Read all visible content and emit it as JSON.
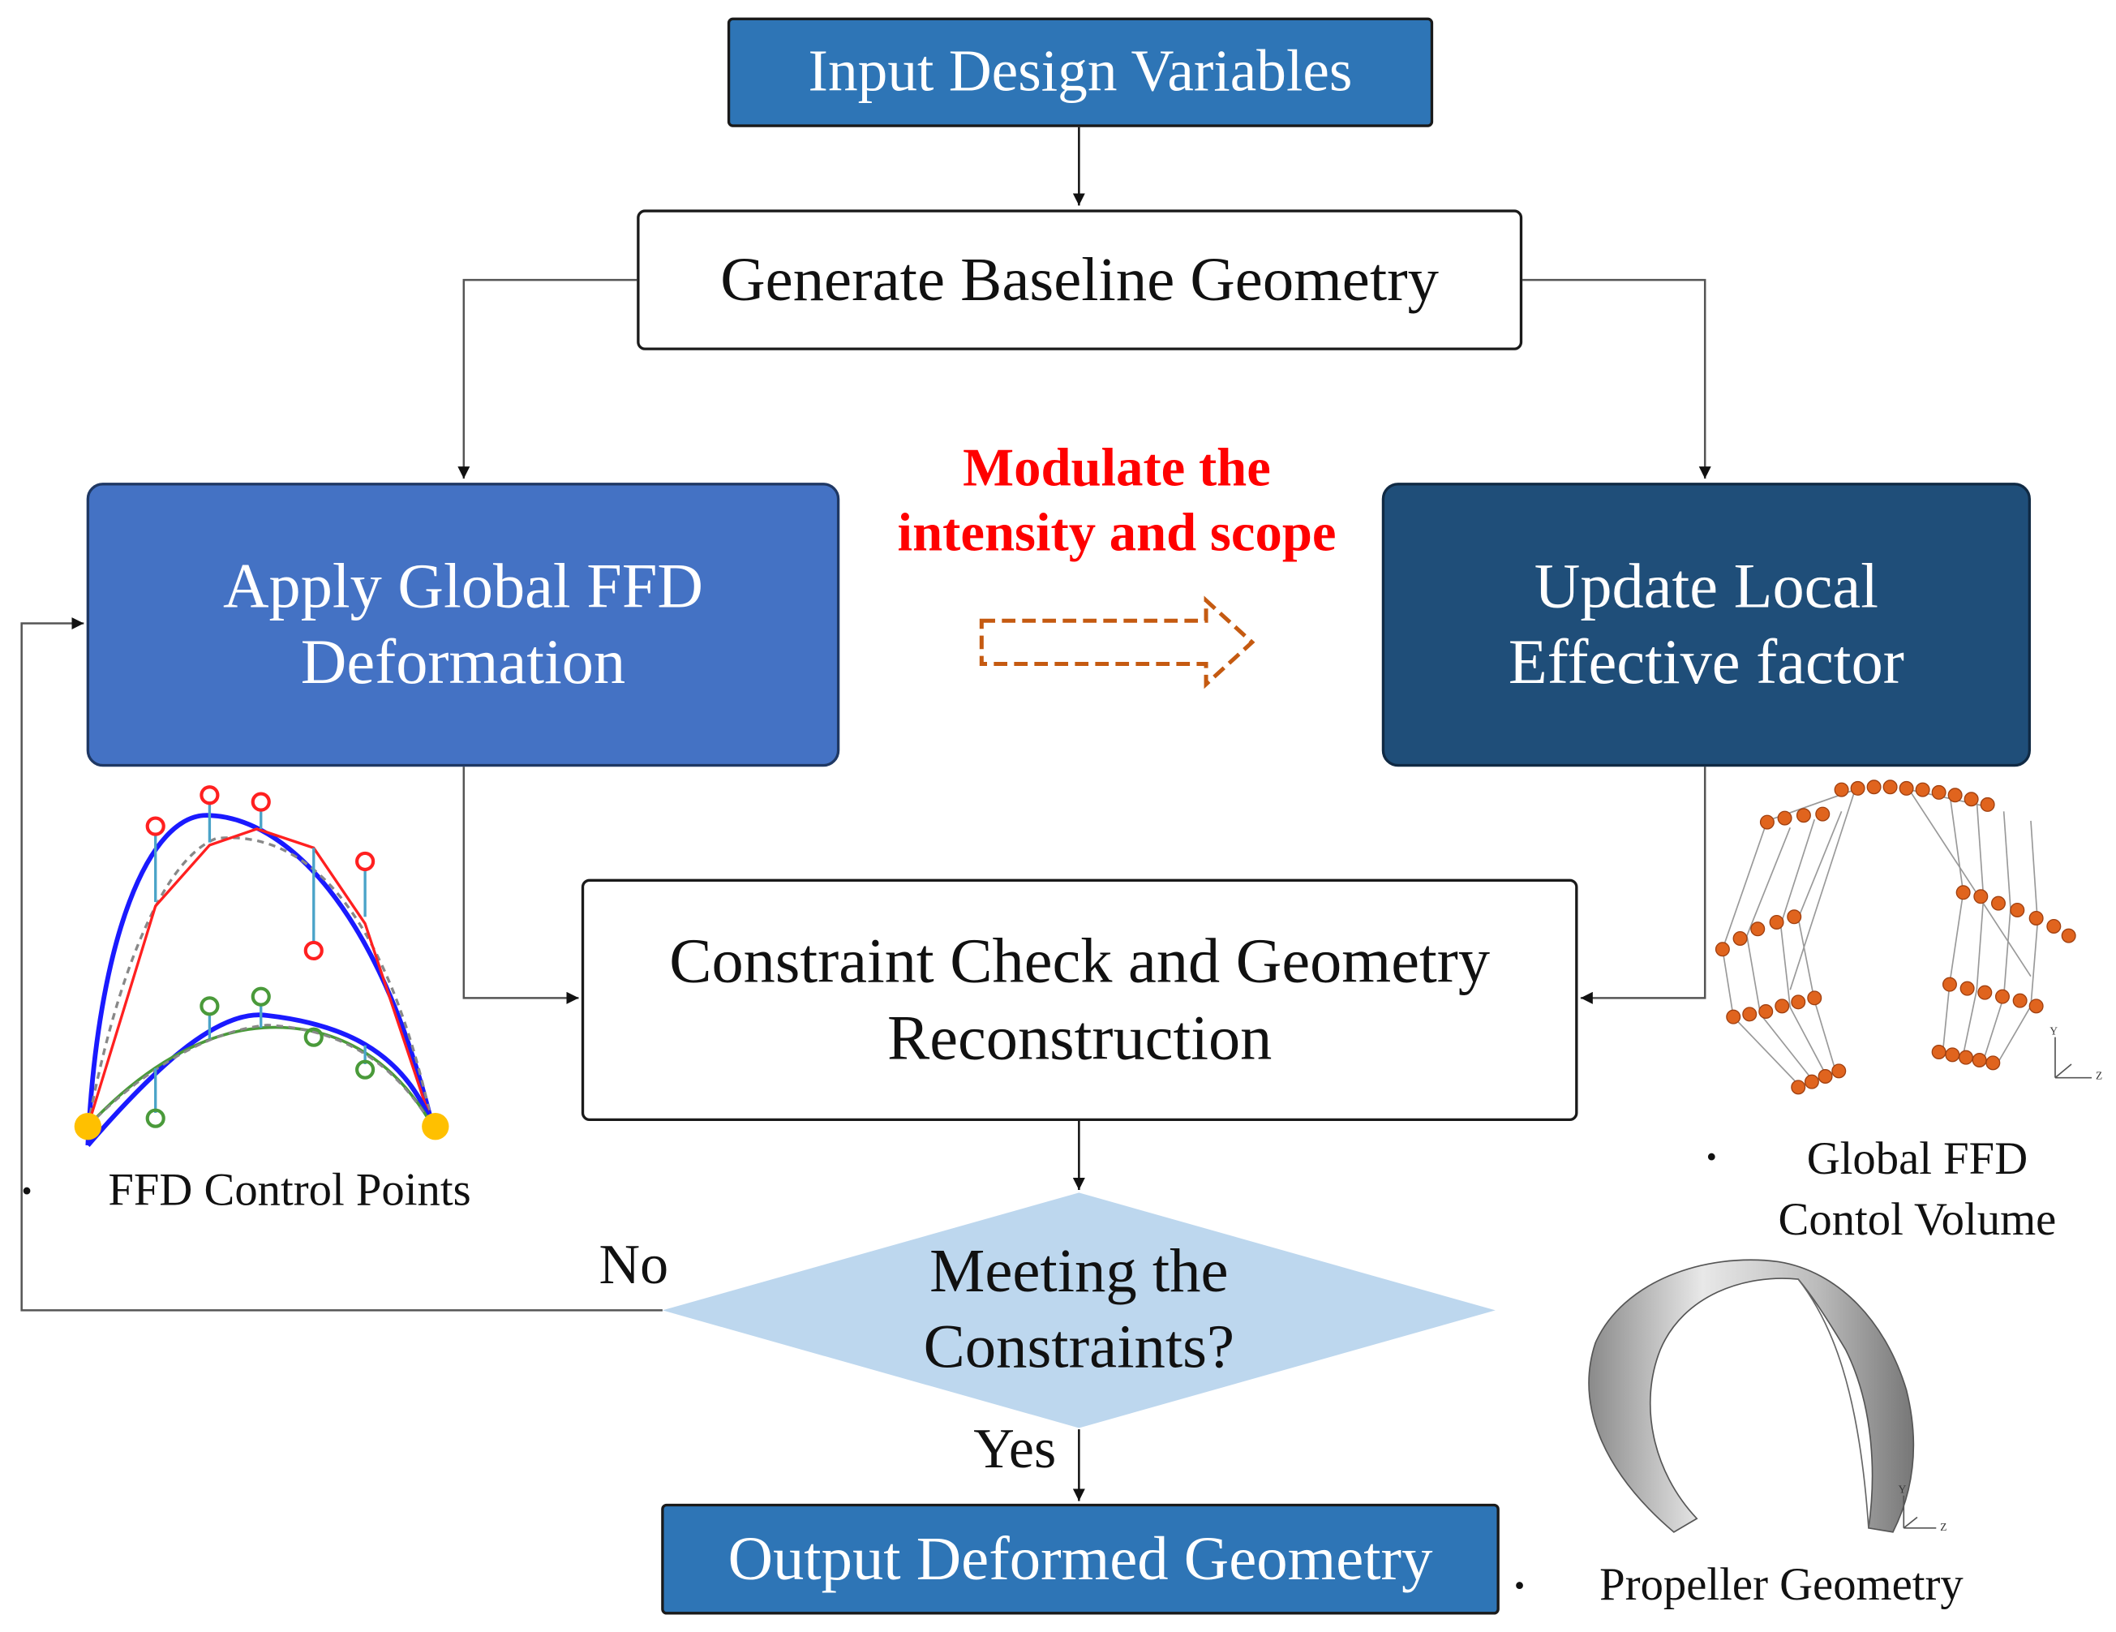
{
  "nodes": {
    "input": "Input Design Variables",
    "baseline": "Generate Baseline Geometry",
    "global_ffd": [
      "Apply Global FFD",
      "Deformation"
    ],
    "local_factor": [
      "Update Local",
      "Effective factor"
    ],
    "constraint_check": [
      "Constraint Check and Geometry",
      "Reconstruction"
    ],
    "decision": [
      "Meeting the",
      "Constraints?"
    ],
    "output": "Output Deformed Geometry"
  },
  "modulate_label": [
    "Modulate the",
    "intensity and scope"
  ],
  "edge_labels": {
    "no": "No",
    "yes": "Yes"
  },
  "figure_captions": {
    "ffd_points": "FFD Control Points",
    "control_volume": [
      "Global FFD",
      "Contol Volume"
    ],
    "propeller": "Propeller Geometry"
  },
  "axis_glyphs": {
    "y": "Y",
    "z": "Z"
  },
  "colors": {
    "input_output_box": "#2e75b6",
    "global_box": "#4472c4",
    "local_box": "#1f4e79",
    "decision": "#bdd7ee",
    "modulate_text": "#ff0000",
    "dashed_arrow": "#c55a11",
    "control_node": "#e0641e",
    "curve_blue": "#1a1aff",
    "curve_red": "#ff2020",
    "curve_green": "#4a9a3a",
    "anchor_point": "#ffc000"
  }
}
